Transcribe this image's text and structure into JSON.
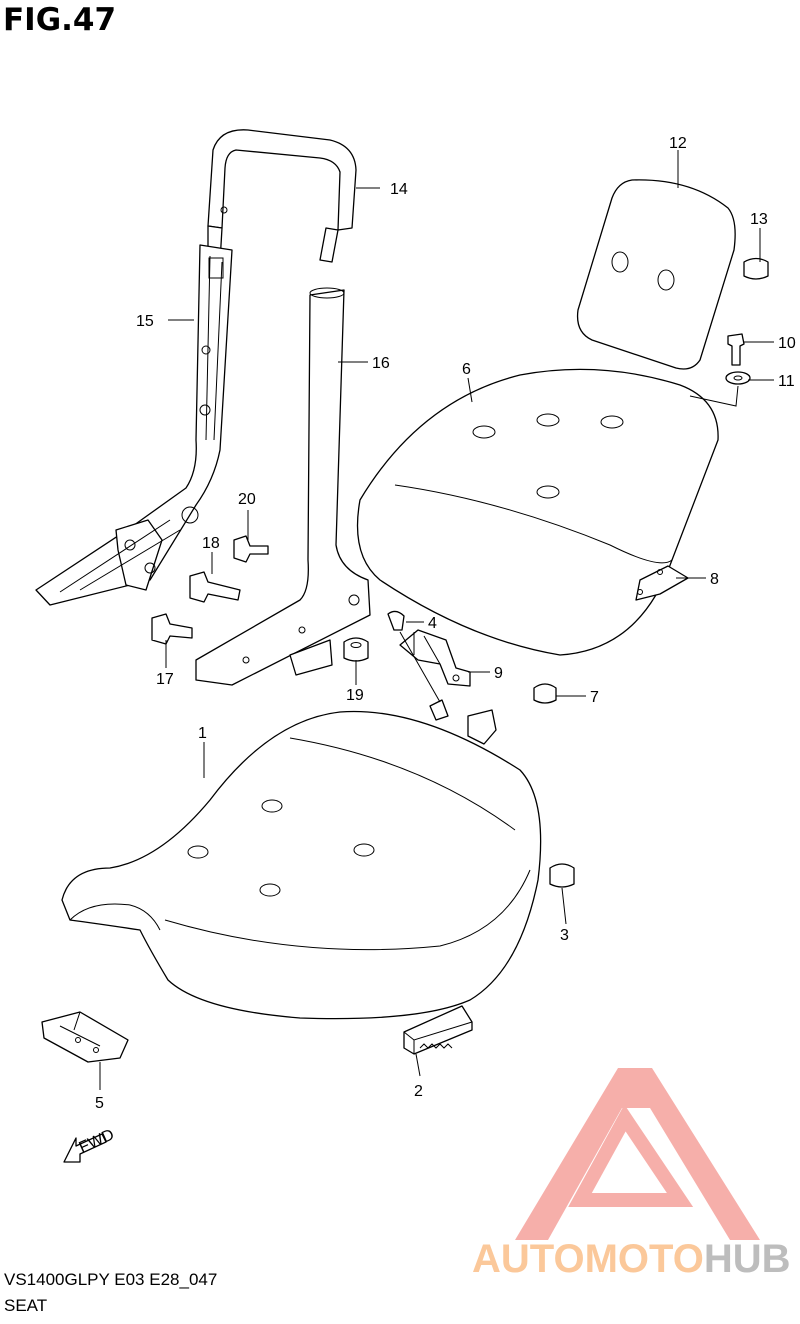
{
  "figure": {
    "title": "FIG.47"
  },
  "callouts": [
    {
      "id": "1",
      "label": "1"
    },
    {
      "id": "2",
      "label": "2"
    },
    {
      "id": "3",
      "label": "3"
    },
    {
      "id": "4",
      "label": "4"
    },
    {
      "id": "5",
      "label": "5"
    },
    {
      "id": "6",
      "label": "6"
    },
    {
      "id": "7",
      "label": "7"
    },
    {
      "id": "8",
      "label": "8"
    },
    {
      "id": "9",
      "label": "9"
    },
    {
      "id": "10",
      "label": "10"
    },
    {
      "id": "11",
      "label": "11"
    },
    {
      "id": "12",
      "label": "12"
    },
    {
      "id": "13",
      "label": "13"
    },
    {
      "id": "14",
      "label": "14"
    },
    {
      "id": "15",
      "label": "15"
    },
    {
      "id": "16",
      "label": "16"
    },
    {
      "id": "17",
      "label": "17"
    },
    {
      "id": "18",
      "label": "18"
    },
    {
      "id": "19",
      "label": "19"
    },
    {
      "id": "20",
      "label": "20"
    }
  ],
  "direction_marker": {
    "label": "FWD"
  },
  "footer": {
    "model_code": "VS1400GLPY E03 E28_047",
    "section": "SEAT"
  },
  "watermark": {
    "part_a": "AUTOMOTO",
    "part_b": "HUB",
    "colors": {
      "logo": "#f4a09a",
      "text_a": "#fbc89a",
      "text_b": "#bdbdbd"
    }
  }
}
